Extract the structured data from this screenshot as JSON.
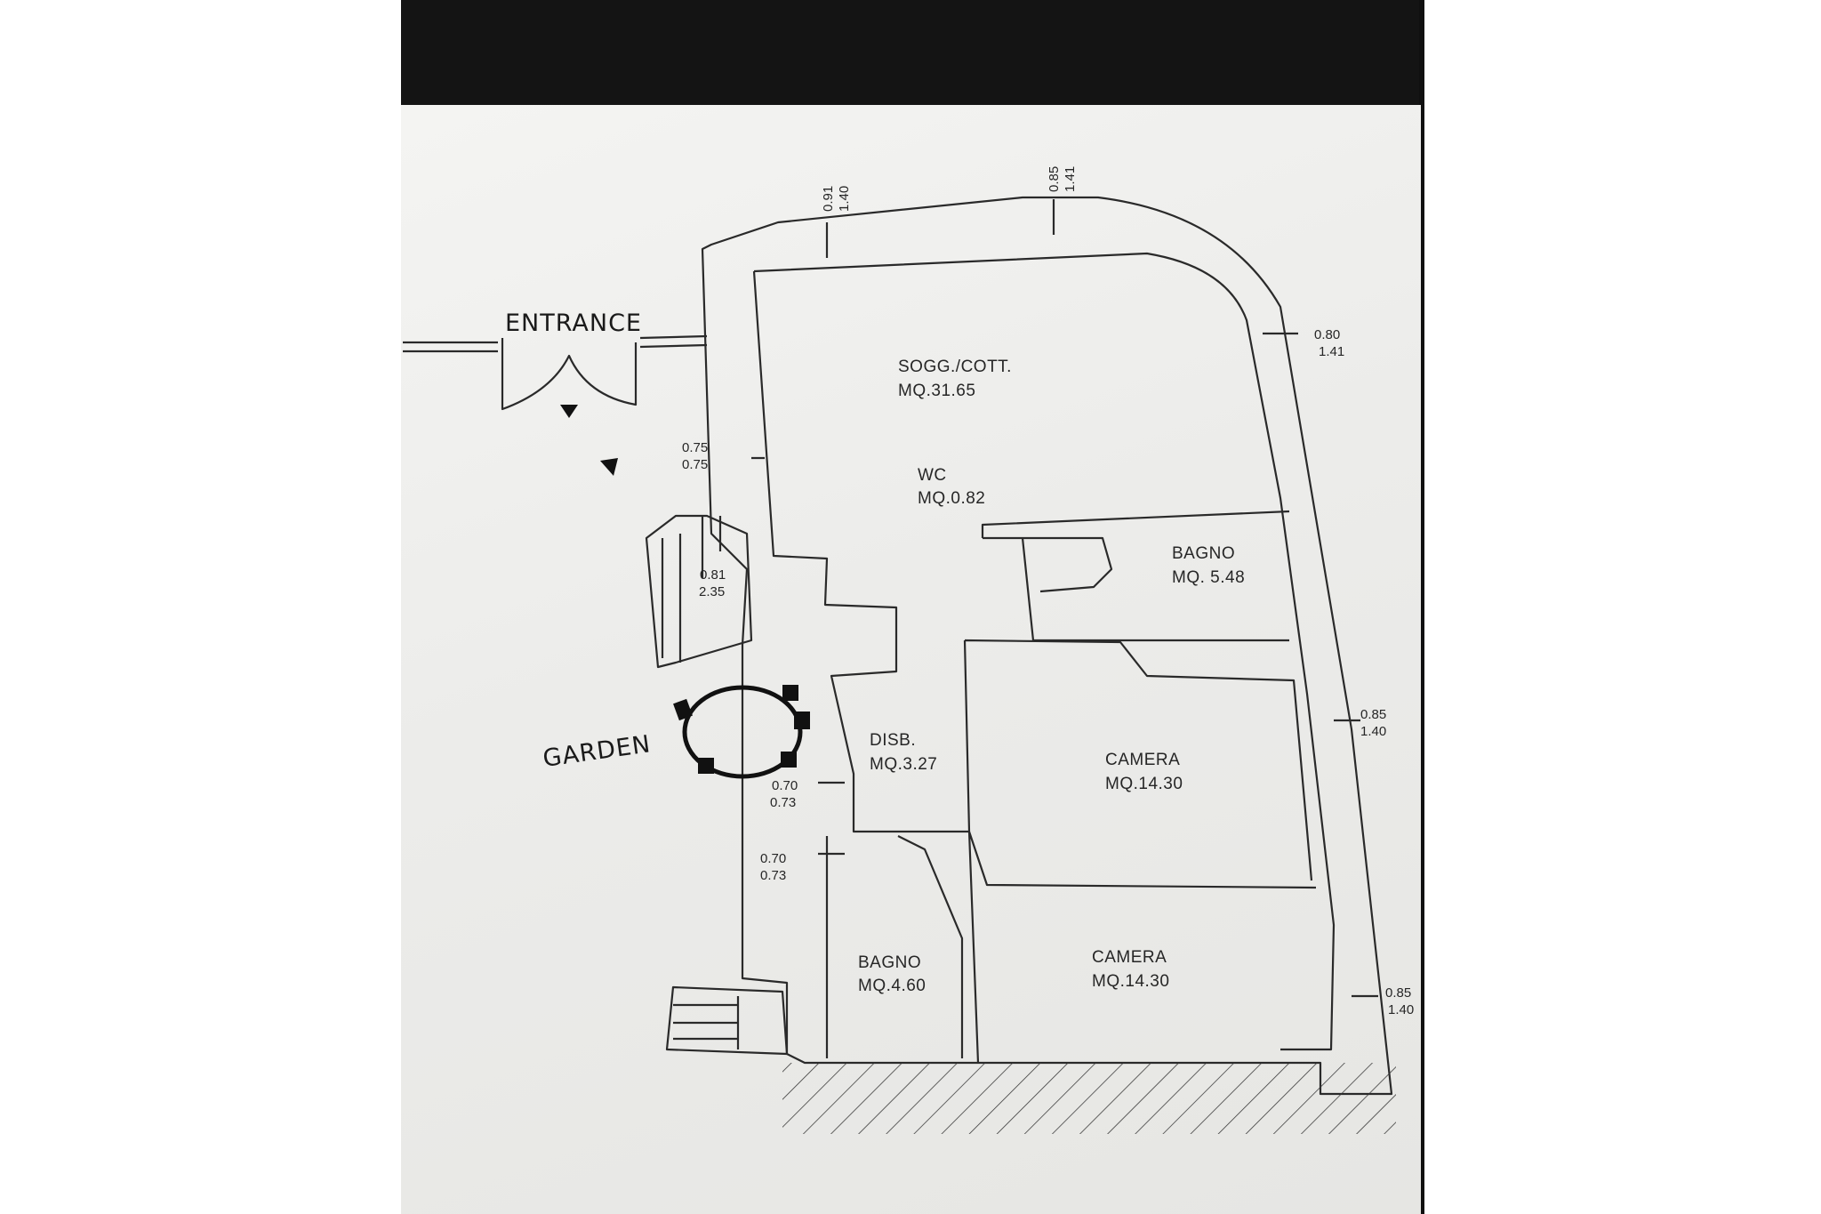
{
  "annotations": {
    "entrance": "ENTRANCE",
    "garden": "GARDEN"
  },
  "rooms": [
    {
      "name": "SOGG./COTT.",
      "area": "MQ.31.65"
    },
    {
      "name": "WC",
      "area": "MQ.0.82"
    },
    {
      "name": "BAGNO",
      "area": "MQ. 5.48"
    },
    {
      "name": "CAMERA",
      "area": "MQ.14.30"
    },
    {
      "name": "DISB.",
      "area": "MQ.3.27"
    },
    {
      "name": "BAGNO",
      "area": "MQ.4.60"
    },
    {
      "name": "CAMERA",
      "area": "MQ.14.30"
    }
  ],
  "openings": [
    {
      "width": "0.91",
      "height": "1.40"
    },
    {
      "width": "0.85",
      "height": "1.41"
    },
    {
      "width": "0.80",
      "height": "1.41"
    },
    {
      "width": "0.75",
      "height": "0.75"
    },
    {
      "width": "0.81",
      "height": "2.35"
    },
    {
      "width": "0.85",
      "height": "1.40"
    },
    {
      "width": "0.70",
      "height": "0.73"
    },
    {
      "width": "0.70",
      "height": "0.73"
    },
    {
      "width": "0.85",
      "height": "1.40"
    }
  ],
  "colors": {
    "ink": "#262626",
    "paper": "#efefed",
    "background": "#141414"
  }
}
